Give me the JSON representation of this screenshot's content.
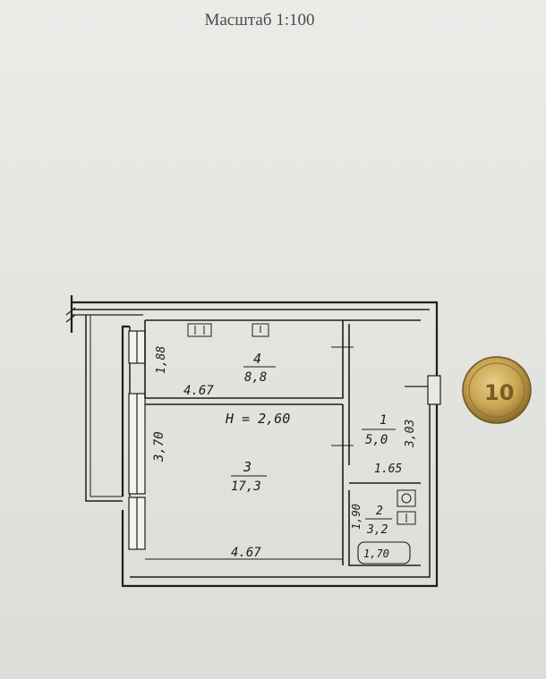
{
  "title": "Масштаб 1:100",
  "rooms": [
    {
      "id": "4",
      "number": "4",
      "area": "8,8"
    },
    {
      "id": "3",
      "number": "3",
      "area": "17,3"
    },
    {
      "id": "1",
      "number": "1",
      "area": "5,0"
    },
    {
      "id": "2",
      "number": "2",
      "area": "3,2"
    }
  ],
  "dimensions": {
    "room4_height": "1,88",
    "room4_width": "4.67",
    "ceiling_height": "H = 2,60",
    "room3_height": "3,70",
    "room3_width": "4.67",
    "room1_height": "3,03",
    "room1_width": "1.65",
    "room2_height": "1,90",
    "room2_width": "1,70"
  },
  "coin": {
    "value": "10"
  }
}
